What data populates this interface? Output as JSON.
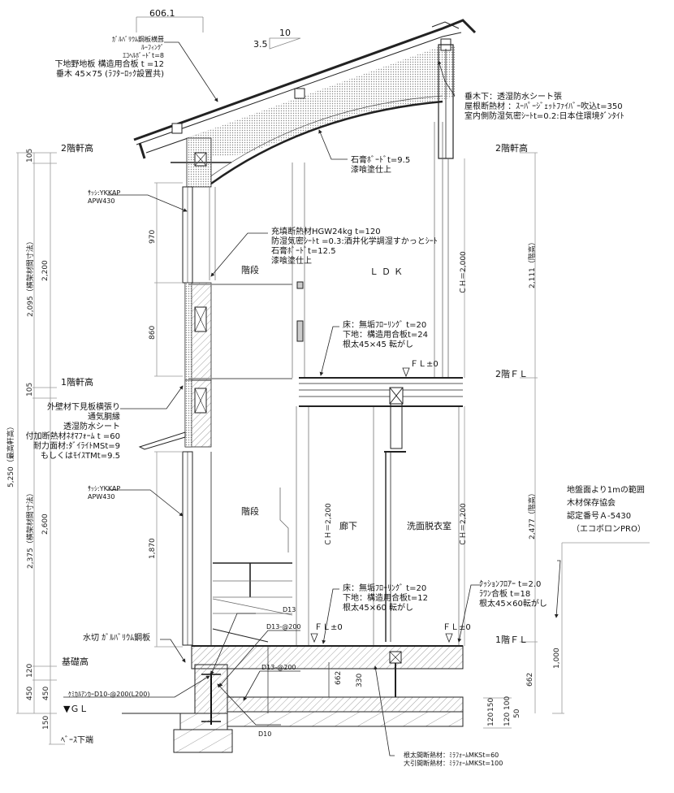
{
  "drawing": {
    "type": "architectural-section",
    "top_dimension": "606.1",
    "roof_pitch": {
      "rise": "3.5",
      "run": "10"
    },
    "roof_spec_left": [
      "ｶﾞﾙﾊﾞﾘｳﾑ鋼板横葺",
      "ﾙｰﾌｨﾝｸﾞ",
      "ｴｺﾍﾙﾎﾞｰﾄﾞt=8",
      "下地野地板 構造用合板 t =12",
      "垂木 45×75 (ﾗﾌﾀｰﾛｯｸ設置共)"
    ],
    "roof_spec_right": [
      "垂木下：透湿防水シート張",
      "屋根断熱材 ：ｽｰﾊﾟｰｼﾞｪｯﾄﾌｧｲﾊﾞｰ吹込t=350",
      "室内側防湿気密ｼｰﾄt=0.2:日本住環境ﾀﾞﾝﾀｲﾄ"
    ],
    "ceiling_spec": [
      "石膏ﾎﾞｰﾄﾞt=9.5",
      "漆喰塗仕上"
    ],
    "wall_inner_spec": [
      "充填断熱材HGW24kg t=120",
      "防湿気密ｼｰﾄt =0.3:酒井化学調湿すかっとｼｰﾄ",
      "石膏ﾎﾞｰﾄﾞt=12.5",
      "漆喰塗仕上"
    ],
    "wall_outer_spec": [
      "外壁材下見板横張り",
      "通気胴縁",
      "透湿防水シート",
      "付加断熱材ﾈｵﾏﾌｫｰﾑ t =60",
      "耐力面材:ﾀﾞｲﾗｲﾄMSt=9",
      "もしくはﾓｲｽTMt=9.5"
    ],
    "sash_upper": [
      "ｻｯｼ:YKKAP",
      "APW430"
    ],
    "sash_lower": [
      "ｻｯｼ:YKKAP",
      "APW430"
    ],
    "floor2_spec": [
      "床：無垢ﾌﾛｰﾘﾝｸﾞ t=20",
      "下地：構造用合板t=24",
      "根太45×45 転がし"
    ],
    "floor1_spec": [
      "床：無垢ﾌﾛｰﾘﾝｸﾞ t=20",
      "下地：構造用合板t=12",
      "根太45×60 転がし"
    ],
    "floor1_wet_spec": [
      "ｸｯｼｮﾝﾌﾛｱｰ t=2.0",
      "ﾗﾜﾝ合板 t=18",
      "根太45×60転がし"
    ],
    "termite_spec": [
      "地盤面より1mの範囲",
      "木材保存協会",
      "認定番号Ａ-5430",
      "（エコボロンPRO）"
    ],
    "water_cut": "水切 ｶﾞﾙﾊﾞﾘｳﾑ鋼板",
    "anchor": "ｹﾐｶﾙｱﾝｶｰD10-@200(L200)",
    "rebar": {
      "d13": "D13",
      "d13_200a": "D13-@200",
      "d13_200b": "D13-@200",
      "d10": "D10"
    },
    "underfloor_insulation": [
      "根太間断熱材：ﾐﾗﾌｫｰﾑMKSt=60",
      "大引間断熱材：ﾐﾗﾌｫｰﾑMKSt=100"
    ],
    "rooms": {
      "stair_upper": "階段",
      "ldk": "ＬＤＫ",
      "stair_lower": "階段",
      "hall": "廊下",
      "washroom": "洗面脱衣室"
    },
    "level_labels": {
      "eave2_left": "2階軒高",
      "eave1_left": "1階軒高",
      "foundation": "基礎高",
      "gl": "▼ＧＬ",
      "base_bottom": "ﾍﾞｰｽ下端",
      "eave2_right": "2階軒高",
      "fl2_right": "2階ＦＬ",
      "fl1_right": "1階ＦＬ"
    },
    "fl_marks": {
      "fl2": "ＦＬ±0",
      "fl1a": "ＦＬ±0",
      "fl1b": "ＦＬ±0"
    },
    "ceiling_heights": {
      "ldk": "ＣＨ＝2,000",
      "hall": "ＣＨ＝2,200",
      "wash": "ＣＨ＝2,200"
    },
    "dimensions_left": {
      "total": "5,250（最高軒高）",
      "upper_frame": "2,095（横架材間寸法）",
      "lower_frame": "2,375（横架材間寸法）",
      "upper_story": "2,200",
      "lower_story": "2,600",
      "eave_upper": "105",
      "eave_lower": "105",
      "found_120": "120",
      "found_450a": "450",
      "found_450b": "450",
      "base_150": "150"
    },
    "dimensions_window": {
      "upper_970": "970",
      "upper_860": "860",
      "lower_1870": "1,870"
    },
    "dimensions_right": {
      "upper_ch": "2,111（階高）",
      "lower_ch": "2,477（階高）",
      "fl1_662": "662",
      "total_1000": "1,000",
      "slab_120a": "120",
      "slab_150": "150",
      "slab_120b": "120",
      "slab_100": "100",
      "slab_50": "50"
    },
    "dimensions_center": {
      "d662": "662",
      "d330": "330"
    },
    "colors": {
      "line": "#222222",
      "dim_line": "#888888",
      "hatch": "#666666",
      "insulation": "#9a9a9a",
      "paper": "#ffffff"
    }
  }
}
